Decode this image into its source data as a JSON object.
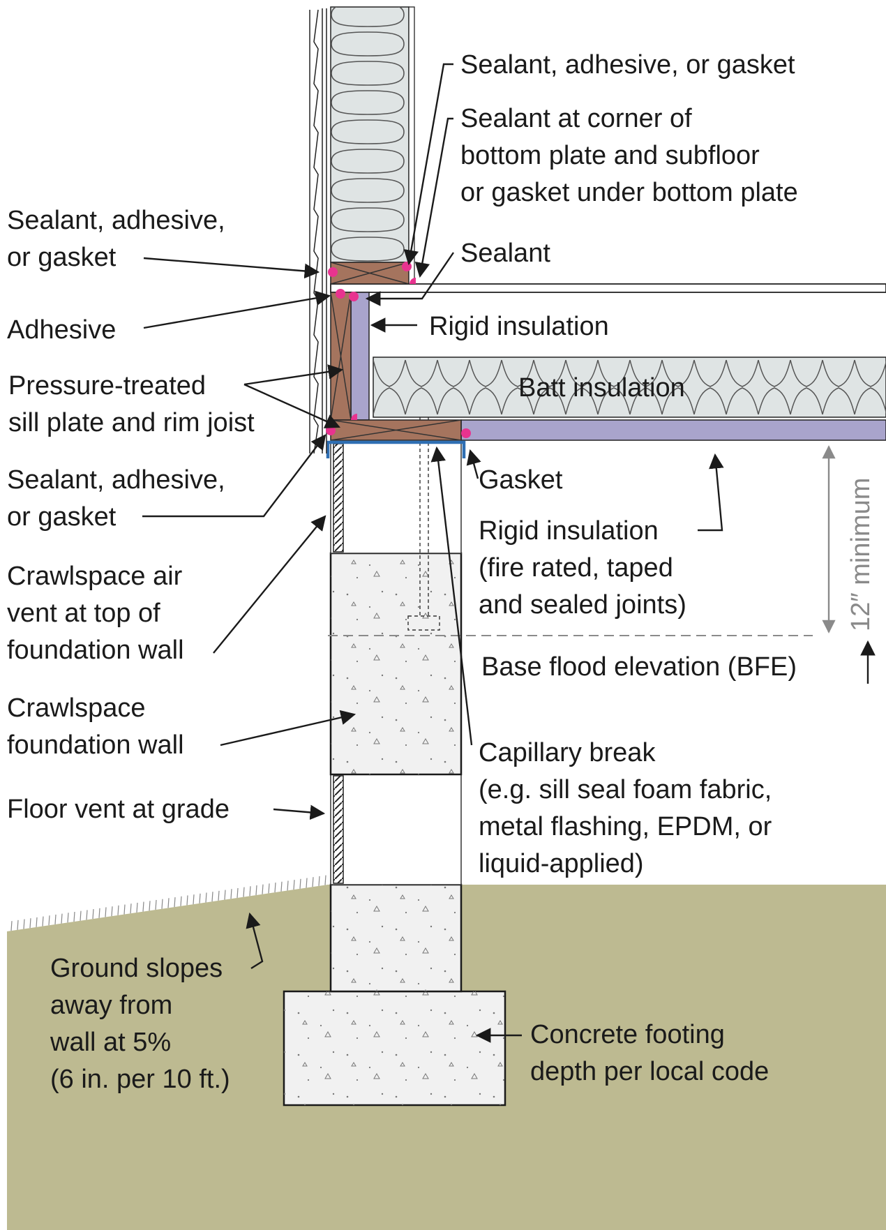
{
  "labels": {
    "sealant_adhesive_gasket_top": "Sealant, adhesive, or gasket",
    "sealant_corner": [
      "Sealant at corner of",
      "bottom plate and subfloor",
      "or gasket under bottom plate"
    ],
    "sealant_adhesive_gasket_left": [
      "Sealant, adhesive,",
      "or gasket"
    ],
    "sealant": "Sealant",
    "adhesive": "Adhesive",
    "rigid_insulation_upper": "Rigid insulation",
    "pressure_treated": [
      "Pressure-treated",
      "sill plate and rim joist"
    ],
    "batt_insulation": "Batt insulation",
    "sealant_adhesive_gasket_lower": [
      "Sealant, adhesive,",
      "or gasket"
    ],
    "gasket": "Gasket",
    "rigid_insulation_lower": [
      "Rigid insulation",
      "(fire rated, taped",
      "and sealed joints)"
    ],
    "crawlspace_air_vent": [
      "Crawlspace air",
      "vent at top of",
      "foundation wall"
    ],
    "twelve_minimum": "12″ minimum",
    "bfe": "Base flood elevation (BFE)",
    "crawlspace_foundation_wall": [
      "Crawlspace",
      "foundation wall"
    ],
    "capillary_break": [
      "Capillary break",
      "(e.g. sill seal foam fabric,",
      "metal flashing, EPDM, or",
      "liquid-applied)"
    ],
    "floor_vent": "Floor vent at grade",
    "ground_slopes": [
      "Ground slopes",
      "away from",
      "wall at 5%",
      "(6 in. per 10 ft.)"
    ],
    "concrete_footing": [
      "Concrete footing",
      "depth per local code"
    ]
  },
  "colors": {
    "ground": "#bdba91",
    "wood": "#a5745e",
    "rigid_insulation": "#a9a4cc",
    "batt_insulation": "#dfe4e4",
    "concrete": "#f1f1f1",
    "sealant_dot": "#e8338f",
    "gasket": "#2f6fb3",
    "dimension": "#8a8a8a"
  }
}
